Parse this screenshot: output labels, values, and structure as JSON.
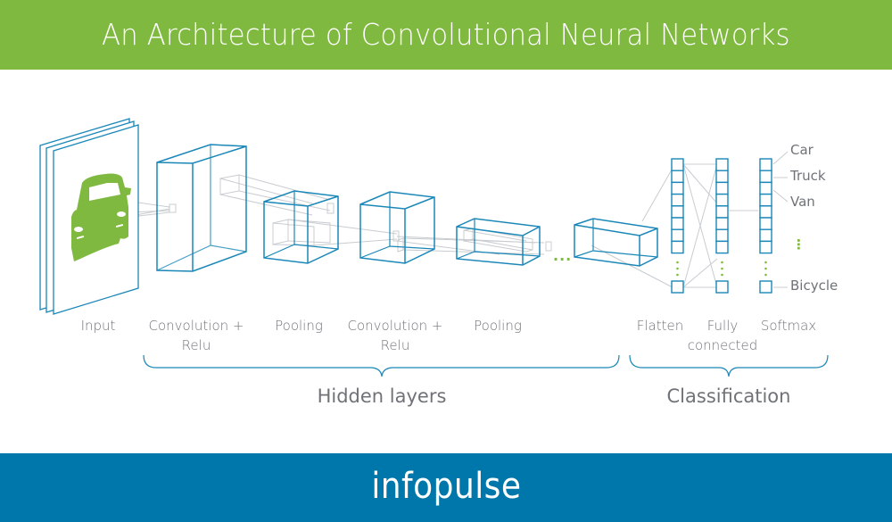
{
  "header": {
    "title": "An Architecture of Convolutional Neural Networks",
    "background": "#80b940"
  },
  "diagram": {
    "stroke_color": "#1a87b8",
    "connector_color": "#c8ccd0",
    "accent_color": "#80b940",
    "input_icon": "car-icon",
    "stages": [
      {
        "label": "Input"
      },
      {
        "label": "Convolution +\nRelu",
        "line1": "Convolution +",
        "line2": "Relu"
      },
      {
        "label": "Pooling"
      },
      {
        "label": "Convolution +\nRelu",
        "line1": "Convolution +",
        "line2": "Relu"
      },
      {
        "label": "Pooling"
      },
      {
        "label": "Flatten"
      },
      {
        "label": "Fully\nconnected",
        "line1": "Fully",
        "line2": "connected"
      },
      {
        "label": "Softmax"
      }
    ],
    "ellipsis": "...",
    "groups": [
      {
        "label": "Hidden layers"
      },
      {
        "label": "Classification"
      }
    ],
    "classes": [
      "Car",
      "Truck",
      "Van",
      "⋮",
      "Bicycle"
    ]
  },
  "footer": {
    "brand": "infopulse",
    "background": "#0077aa"
  }
}
